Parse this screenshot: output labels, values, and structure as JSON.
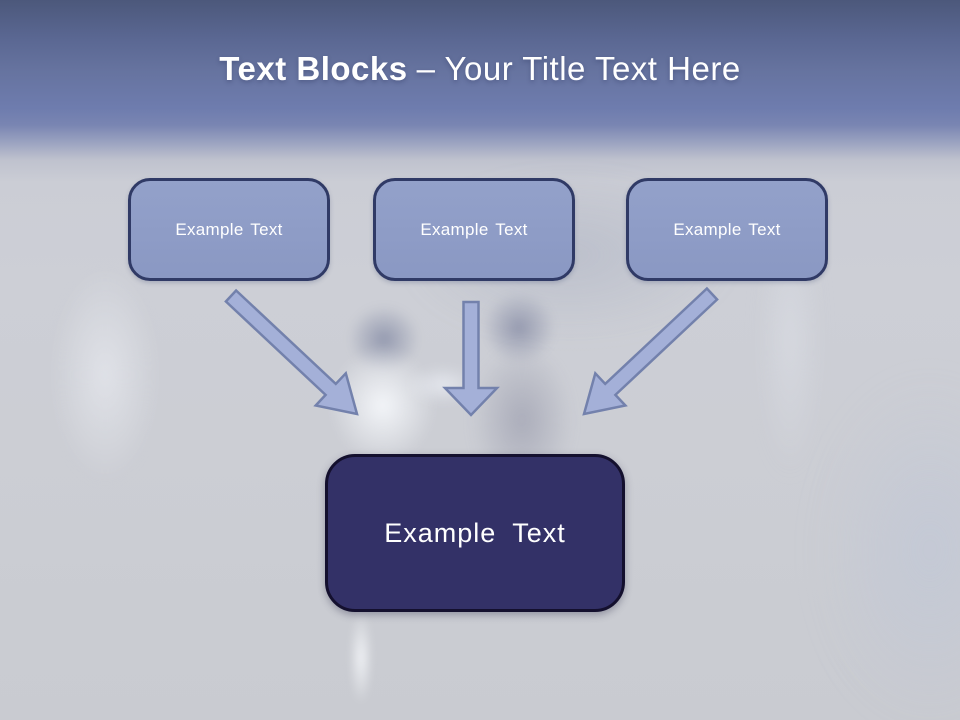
{
  "slide": {
    "title": {
      "bold": "Text Blocks",
      "regular": "– Your Title Text Here"
    },
    "top_boxes": [
      {
        "label": "Example Text"
      },
      {
        "label": "Example Text"
      },
      {
        "label": "Example Text"
      }
    ],
    "bottom_box": {
      "label": "Example Text"
    },
    "arrows": [
      {
        "name": "arrow-down-right"
      },
      {
        "name": "arrow-down"
      },
      {
        "name": "arrow-down-left"
      }
    ],
    "colors": {
      "header_gradient_top": "#4C587B",
      "header_gradient_mid": "#6E7CAE",
      "canvas_background": "#CDCFD6",
      "block_fill": "#8F9DC7",
      "block_border": "#303A66",
      "hub_fill": "#333167",
      "hub_border": "#14102E",
      "arrow_fill": "#A4B0D8",
      "arrow_border": "#7381AC",
      "text_color": "#FFFFFF"
    }
  }
}
